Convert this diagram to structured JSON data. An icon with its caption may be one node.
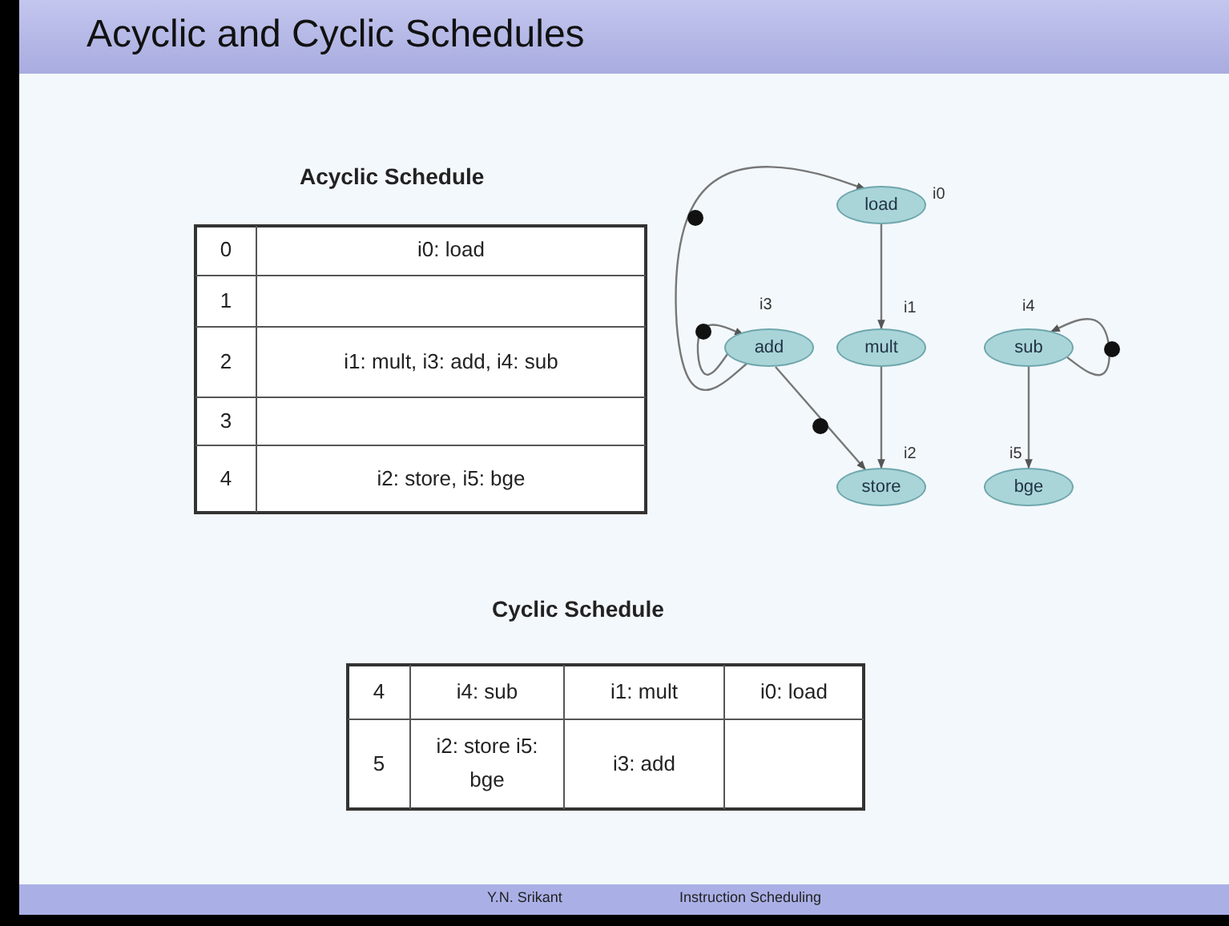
{
  "diagram": {
    "title": "Acyclic and Cyclic Schedules",
    "nodes": [
      {
        "text": [
          "load"
        ],
        "beside": [
          "i0"
        ]
      },
      {
        "text": [
          "add"
        ],
        "beside": [
          "i3"
        ]
      },
      {
        "text": [
          "mult"
        ],
        "beside": [
          "i1"
        ]
      },
      {
        "text": [
          "sub"
        ],
        "beside": [
          "i4"
        ]
      },
      {
        "text": [
          "store"
        ],
        "beside": [
          "i2"
        ]
      },
      {
        "text": [
          "bge"
        ],
        "beside": [
          "i5"
        ]
      }
    ],
    "edges": [
      {
        "from": 1,
        "to": 0,
        "arrow": "to"
      },
      {
        "from": 1,
        "to": 1,
        "arrow": "to"
      },
      {
        "from": 0,
        "to": 2,
        "arrow": "to"
      },
      {
        "from": 3,
        "to": 3,
        "arrow": "to"
      },
      {
        "from": 1,
        "to": 4,
        "arrow": "to"
      },
      {
        "from": 2,
        "to": 4,
        "arrow": "to"
      },
      {
        "from": 3,
        "to": 5,
        "arrow": "to"
      }
    ],
    "labels": [
      "Acyclic Schedule",
      "0",
      "i0: load",
      "1",
      "2",
      "i1: mult, i3: add, i4: sub",
      "3",
      "4",
      "i2: store, i5: bge",
      "Cyclic Schedule",
      "4",
      "i4: sub",
      "i1: mult",
      "i0: load",
      "5",
      "i2: store i5: bge",
      "i3: add",
      "Y.N. Srikant",
      "Instruction Scheduling"
    ]
  }
}
